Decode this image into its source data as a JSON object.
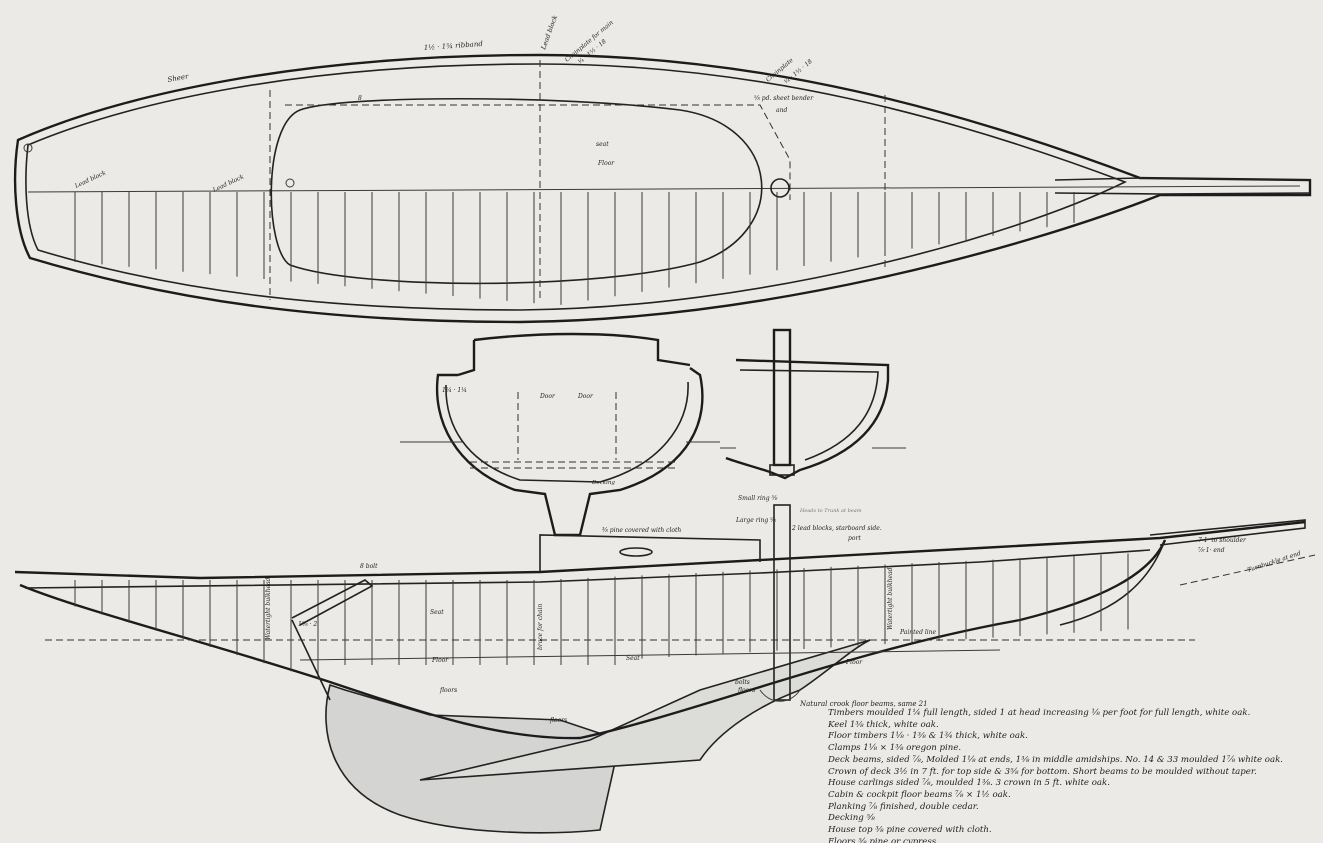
{
  "plan_labels": {
    "ribband": "1½ · 1¾ ribband",
    "sheer": "Sheer",
    "lead_block_mid": "Lead block",
    "chainplate": "Chainplate for main",
    "chainplate_size": "¼ · 1½ · 18",
    "chainplate_right": "Chainplate",
    "chainplate_right_size": "¼ · 1½ · 18",
    "lead_block_left": "Lead block",
    "lead_block_left2": "Lead block",
    "sheet_bender": "⅝ pd. sheet bender",
    "sheet_bender2": "and",
    "rail_number": "8",
    "seat": "seat",
    "floor": "Floor"
  },
  "section_labels": {
    "dimension": "1¼ · 1¼",
    "door_left": "Door",
    "door_right": "Door",
    "decking": "Decking",
    "small_ring": "Small ring ⅝",
    "large_ring": "Large ring ⅝",
    "lead_blocks": "2 lead blocks, starboard side.",
    "lead_blocks2": "port",
    "note_right": "Heads to Trunk at beam"
  },
  "profile_labels": {
    "canvas_top": "⅜ pine covered with cloth",
    "shoulder": "7·1· to shoulder",
    "shoulder2": "⅞·1· end",
    "turnbuckle": "Turnbuckle at end",
    "bulkhead_left": "Watertight bulkhead",
    "bulkhead_right": "Watertight bulkhead",
    "bulkhead_note": "brace for chain",
    "seat": "Seat",
    "seat2": "Seat",
    "painted_line": "Painted line",
    "floor1": "Floor",
    "floor2": "Floor",
    "floors1": "floors",
    "bolts": "bolts",
    "floors2": "floors",
    "floors3": "floors",
    "natural_crook": "Natural crook floor beams, same 21",
    "rudder_dim": "1⅝ · 2",
    "cross_bolt": "8 bolt"
  },
  "specs": [
    "Timbers moulded 1¼ full length, sided 1 at head increasing ⅛ per foot for full length, white oak.",
    "Keel 1⅜ thick, white oak.",
    "Floor timbers 1⅛ · 1⅜ & 1¾ thick, white oak.",
    "Clamps 1⅛ × 1⅜ oregon pine.",
    "Deck beams, sided ⅞, Molded 1⅛ at ends, 1⅜ in middle amidships. No. 14 & 33 moulded 1⅞ white oak.",
    "Crown of deck 3½ in 7 ft. for top side & 3⅝ for bottom. Short beams to be moulded without taper.",
    "House carlings sided ⅞, moulded 1⅜. 3 crown in 5 ft. white oak.",
    "Cabin & cockpit floor beams ⅞ × 1½ oak.",
    "Planking ⅞ finished, double cedar.",
    "Decking ⅝",
    "House top ⅜ pine covered with cloth.",
    "Floors ⅝ pine or cypress."
  ],
  "colors": {
    "paper": "#eceae6",
    "ink": "#222222",
    "ballast": "#d4d4d2"
  }
}
